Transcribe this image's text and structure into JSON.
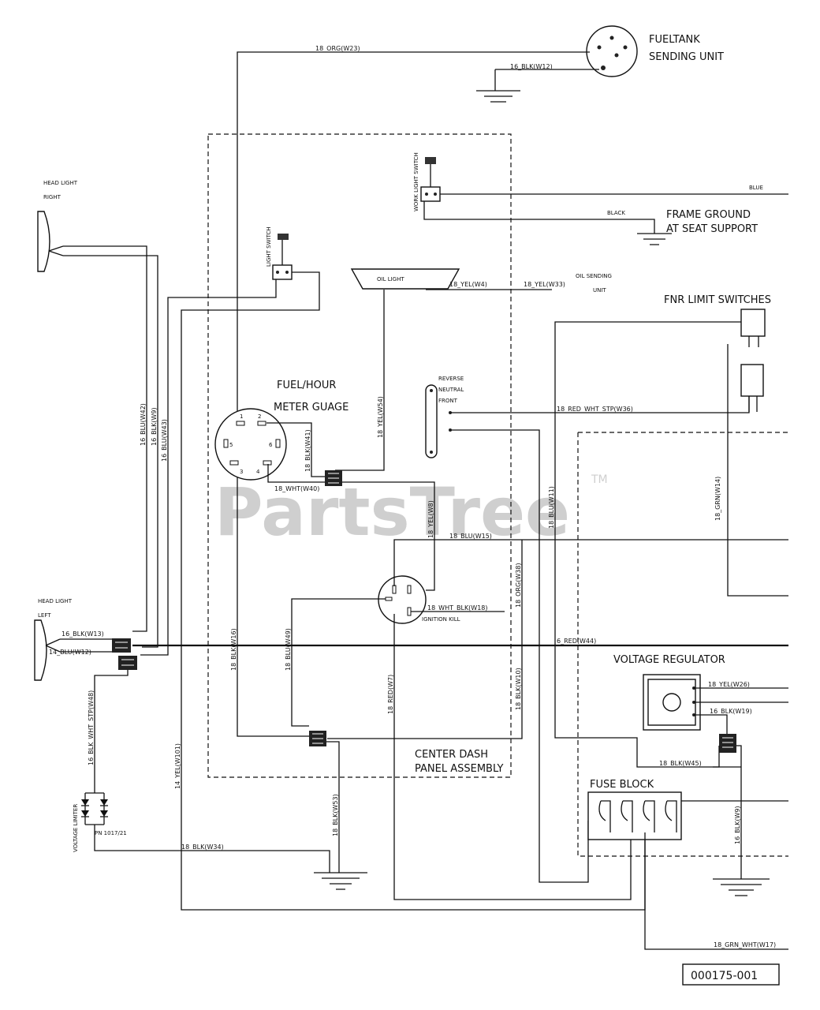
{
  "labels": {
    "fueltank_1": "FUELTANK",
    "fueltank_2": "SENDING UNIT",
    "headlight_right_1": "HEAD LIGHT",
    "headlight_right_2": "RIGHT",
    "headlight_left_1": "HEAD LIGHT",
    "headlight_left_2": "LEFT",
    "work_light_switch": "WORK LIGHT SWITCH",
    "blue": "BLUE",
    "black": "BLACK",
    "frame_ground_1": "FRAME GROUND",
    "frame_ground_2": "AT SEAT SUPPORT",
    "light_switch": "LIGHT SWITCH",
    "oil_light": "OIL LIGHT",
    "oil_sending_1": "OIL SENDING",
    "oil_sending_2": "UNIT",
    "fnr_limit": "FNR LIMIT SWITCHES",
    "fuel_hour_1": "FUEL/HOUR",
    "fuel_hour_2": "METER GUAGE",
    "reverse": "REVERSE",
    "neutral": "NEUTRAL",
    "front": "FRONT",
    "ignition_kill": "IGNITION KILL",
    "voltage_regulator": "VOLTAGE REGULATOR",
    "center_dash_1": "CENTER DASH",
    "center_dash_2": "PANEL ASSEMBLY",
    "fuse_block": "FUSE BLOCK",
    "voltage_limiter": "VOLTAGE LIMITER",
    "pn": "PN 1017/21",
    "watermark": "PartsTree",
    "trademark": "TM",
    "ref_number": "000175-001"
  },
  "pins": {
    "p1": "1",
    "p2": "2",
    "p3": "3",
    "p4": "4",
    "p5": "5",
    "p6": "6"
  },
  "wires": {
    "w23": "18_ORG(W23)",
    "w12_top": "16_BLK(W12)",
    "w4": "18_YEL(W4)",
    "w33": "18_YEL(W33)",
    "w42": "16_BLU(W42)",
    "w9r": "16_BLK(W9)",
    "w43": "16_BLU(W43)",
    "w41": "18_BLK(W41)",
    "w54": "18_YEL(W54)",
    "w36": "18_RED_WHT_STP(W36)",
    "w14": "18_GRN(W14)",
    "w11": "18_BLU(W11)",
    "w40": "18_WHT(W40)",
    "w8": "18_YEL(W8)",
    "w15": "18_BLU(W15)",
    "w18": "18_WHT_BLK(W18)",
    "w38": "18_ORG(W38)",
    "w13": "16_BLK(W13)",
    "w12l": "14_BLU(W12)",
    "w44": "6_RED(W44)",
    "w16": "18_BLK(W16)",
    "w49": "18_BLU(W49)",
    "w7": "18_RED(W7)",
    "w10": "18_BLK(W10)",
    "w26": "18_YEL(W26)",
    "w19": "16_BLK(W19)",
    "w48": "16_BLK_WHT_STP(W48)",
    "w101": "14_YEL(W101)",
    "w53": "18_BLK(W53)",
    "w34": "18_BLK(W34)",
    "w45": "18_BLK(W45)",
    "w9": "16_BLK(W9)",
    "w17": "18_GRN_WHT(W17)"
  }
}
